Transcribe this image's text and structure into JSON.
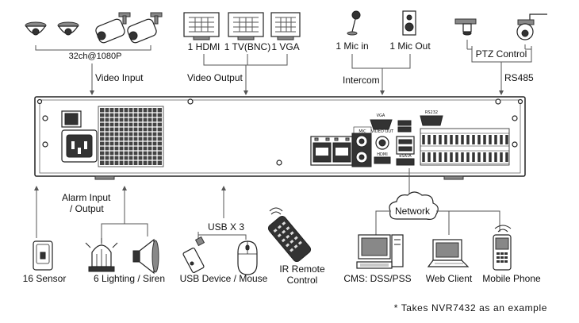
{
  "labels": {
    "cameras_count": "32ch@1080P",
    "video_input": "Video Input",
    "video_output": "Video Output",
    "hdmi": "1 HDMI",
    "tv_bnc": "1 TV(BNC)",
    "vga": "1 VGA",
    "mic_in": "1 Mic in",
    "mic_out": "1 Mic Out",
    "intercom": "Intercom",
    "ptz_control": "PTZ Control",
    "rs485": "RS485",
    "alarm_io_line1": "Alarm Input",
    "alarm_io_line2": "/ Output",
    "sensor": "16 Sensor",
    "lighting_siren": "6 Lighting / Siren",
    "usb_x3": "USB X 3",
    "usb_device_mouse": "USB Device / Mouse",
    "ir_remote_line1": "IR Remote",
    "ir_remote_line2": "Control",
    "network": "Network",
    "cms": "CMS: DSS/PSS",
    "web_client": "Web Client",
    "mobile_phone": "Mobile Phone",
    "footnote": "* Takes NVR7432 as an example"
  },
  "panel_labels": {
    "vga_port": "VGA",
    "rs232_port": "RS232",
    "mic_port": "MIC",
    "video_out_port": "VIDEO OUT",
    "hdmi_port": "HDMI",
    "esata_port": "eSATA"
  },
  "colors": {
    "line": "#555555",
    "device_stroke": "#222222",
    "panel_fill": "#ffffff"
  },
  "icons": [
    "dome-camera-icon",
    "bullet-camera-icon",
    "monitor-icon",
    "microphone-icon",
    "speaker-icon",
    "ptz-camera-icon",
    "cloud-icon",
    "sensor-icon",
    "warning-light-icon",
    "siren-icon",
    "usb-stick-icon",
    "mouse-icon",
    "remote-control-icon",
    "desktop-computer-icon",
    "laptop-icon",
    "mobile-phone-icon"
  ]
}
